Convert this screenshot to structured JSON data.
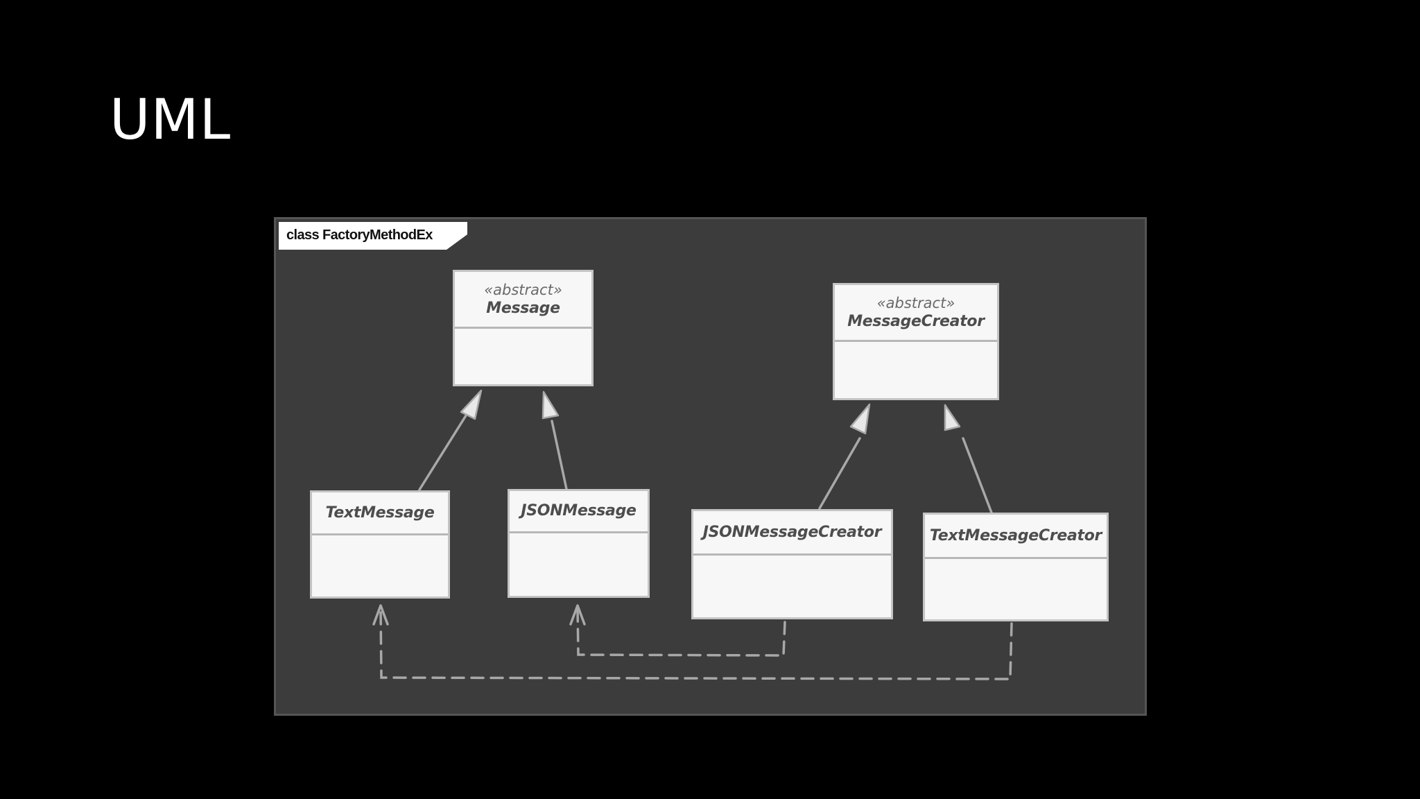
{
  "slide": {
    "title": "UML"
  },
  "diagram": {
    "frame_label": "class FactoryMethodEx",
    "classes": {
      "message": {
        "stereotype": "«abstract»",
        "name": "Message"
      },
      "message_creator": {
        "stereotype": "«abstract»",
        "name": "MessageCreator"
      },
      "text_message": {
        "name": "TextMessage"
      },
      "json_message": {
        "name": "JSONMessage"
      },
      "json_message_creator": {
        "name": "JSONMessageCreator"
      },
      "text_message_creator": {
        "name": "TextMessageCreator"
      }
    },
    "relationships": [
      {
        "type": "generalization",
        "from": "TextMessage",
        "to": "Message"
      },
      {
        "type": "generalization",
        "from": "JSONMessage",
        "to": "Message"
      },
      {
        "type": "generalization",
        "from": "JSONMessageCreator",
        "to": "MessageCreator"
      },
      {
        "type": "generalization",
        "from": "TextMessageCreator",
        "to": "MessageCreator"
      },
      {
        "type": "dependency",
        "from": "JSONMessageCreator",
        "to": "JSONMessage"
      },
      {
        "type": "dependency",
        "from": "TextMessageCreator",
        "to": "TextMessage"
      }
    ],
    "colors": {
      "background": "#3c3c3c",
      "box_fill": "#f7f7f7",
      "line": "#a8a8a8"
    }
  }
}
